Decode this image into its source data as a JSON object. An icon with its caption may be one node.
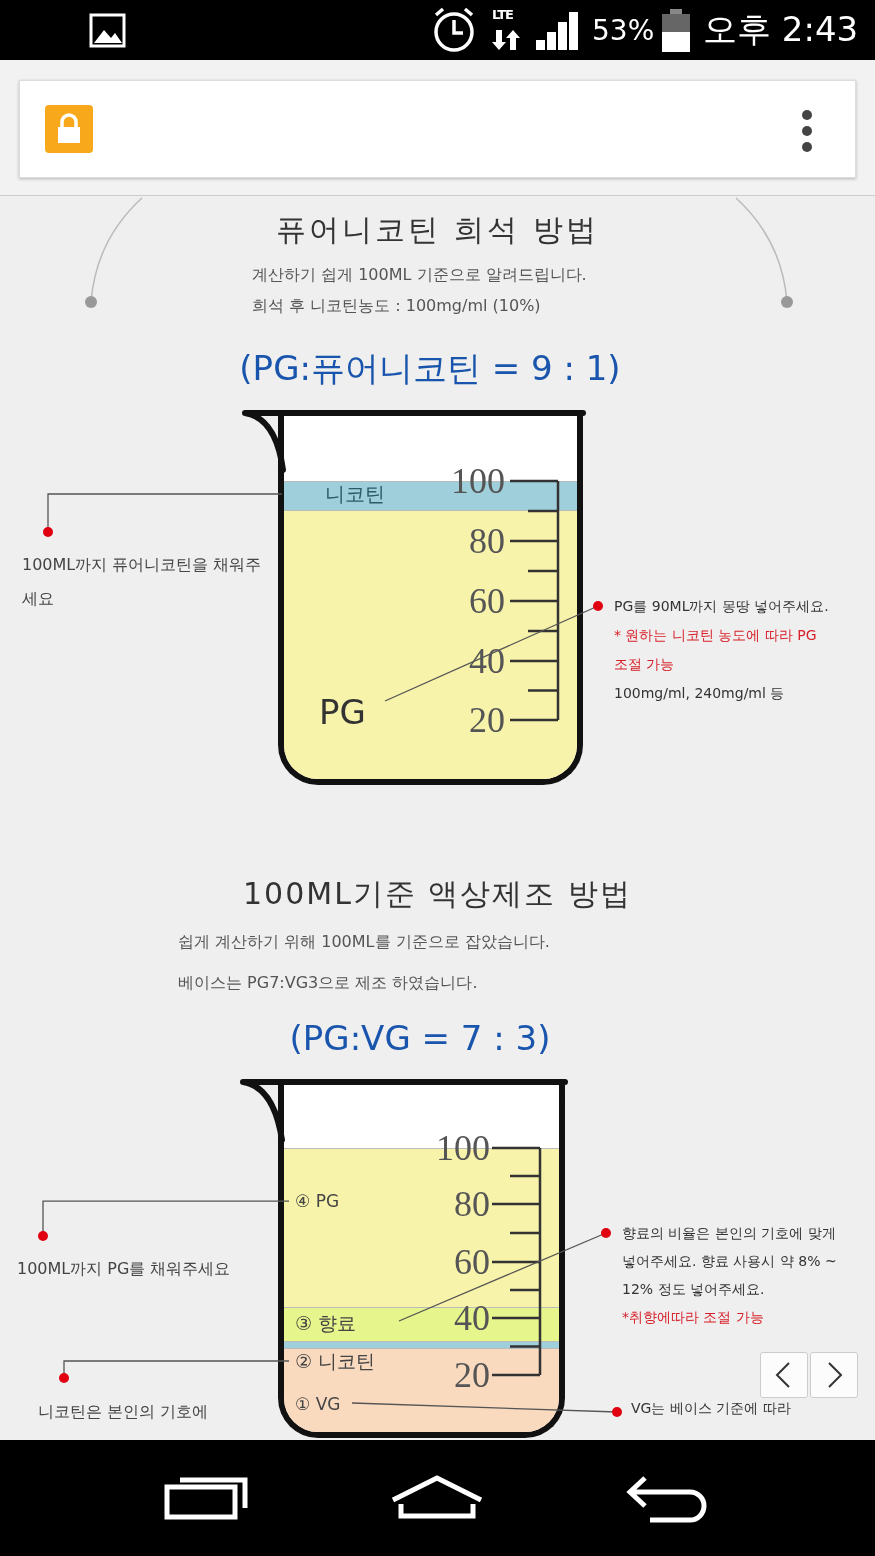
{
  "diagram": {
    "title": "퓨어니코틴 희석 방법",
    "nodes": [
      {
        "text": [
          "니코틴"
        ]
      },
      {
        "text": [
          "PG"
        ]
      },
      {
        "text": [
          "100ML까지 퓨어니코틴을 채워주세요"
        ]
      },
      {
        "text": [
          "PG를 90ML까지 몽땅 넣어주세요.",
          "* 원하는 니코틴 농도에 따라 PG 조절 가능",
          "100mg/ml, 240mg/ml 등"
        ]
      },
      {
        "text": [
          "④ PG"
        ]
      },
      {
        "text": [
          "③ 향료"
        ]
      },
      {
        "text": [
          "② 니코틴"
        ]
      },
      {
        "text": [
          "① VG"
        ]
      },
      {
        "text": [
          "100ML까지 PG를 채워주세요"
        ]
      },
      {
        "text": [
          "니코틴은 본인의 기호에"
        ]
      },
      {
        "text": [
          "향료의 비율은 본인의 기호에 맞게 넣어주세요. 향료 사용시 약 8% ~ 12% 정도 넣어주세요.",
          "*취향에따라 조절 가능"
        ]
      },
      {
        "text": [
          "VG는 베이스 기준에 따라"
        ]
      }
    ],
    "edges": [
      {
        "from": 2,
        "to": 0,
        "arrow": "other"
      },
      {
        "from": 3,
        "to": 1,
        "arrow": "other"
      },
      {
        "from": 8,
        "to": 4,
        "arrow": "other"
      },
      {
        "from": 9,
        "to": 6,
        "arrow": "other"
      },
      {
        "from": 10,
        "to": 5,
        "arrow": "other"
      },
      {
        "from": 11,
        "to": 7,
        "arrow": "other"
      }
    ],
    "labels": [
      "LTE",
      "53%",
      "오후 2:43",
      "계산하기 쉽게 100ML 기준으로 알려드립니다.",
      "희석 후 니코틴농도 : 100mg/ml (10%)",
      "(PG:퓨어니코틴 = 9 : 1)",
      "100",
      "80",
      "60",
      "40",
      "20",
      "100ML기준 액상제조 방법",
      "쉽게 계산하기 위해 100ML를 기준으로 잡았습니다.",
      "베이스는 PG7:VG3으로 제조 하였습니다.",
      "(PG:VG = 7 : 3)",
      "100",
      "80",
      "60",
      "40",
      "20"
    ]
  }
}
